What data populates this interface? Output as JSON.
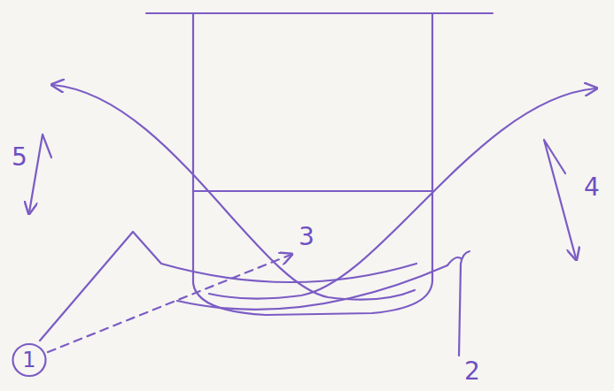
{
  "diagram": {
    "nodes": [
      {
        "text": [
          "1"
        ]
      }
    ],
    "labels": [
      "5",
      "4",
      "3",
      "2"
    ]
  }
}
